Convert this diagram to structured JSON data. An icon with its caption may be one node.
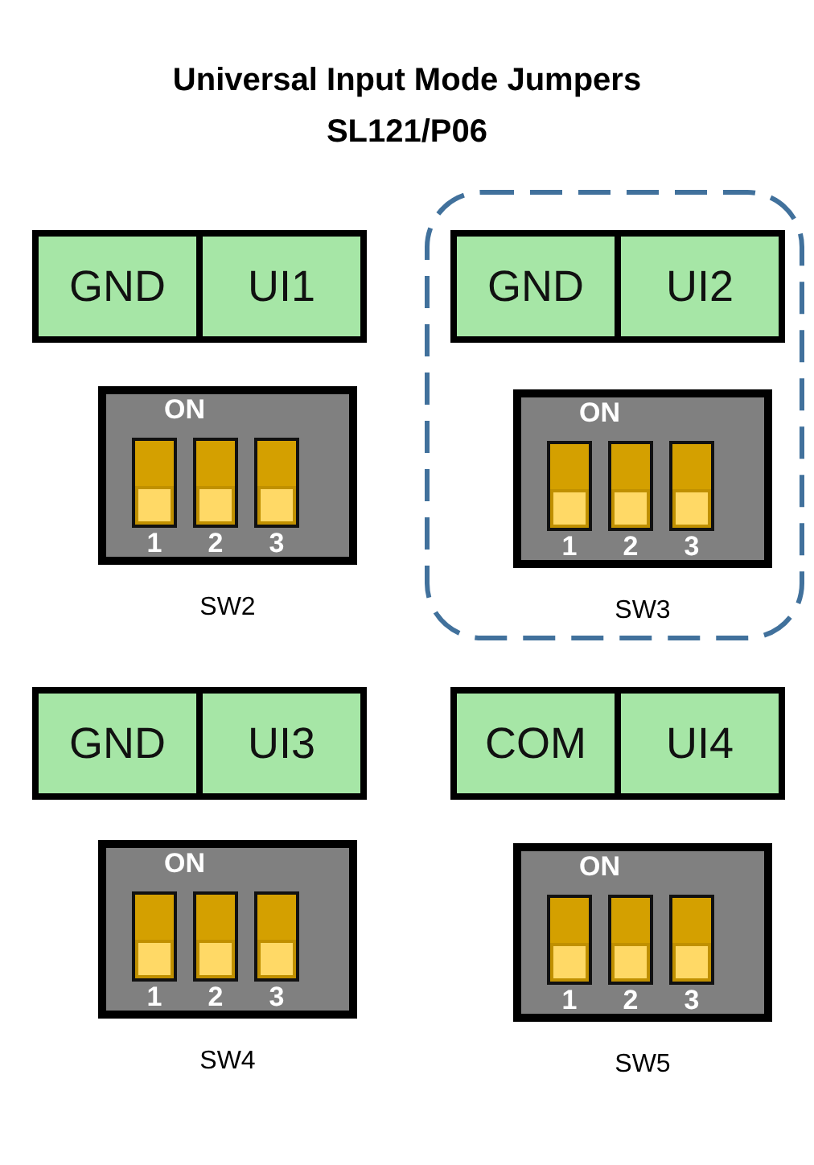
{
  "diagram": {
    "title": "Universal Input Mode Jumpers SL121/P06",
    "nodes": [
      {
        "text": [
          "GND",
          "UI1"
        ]
      },
      {
        "text": [
          "ON",
          "1",
          "2",
          "3"
        ],
        "beside": [
          "SW2"
        ]
      },
      {
        "text": [],
        "shape": "box"
      },
      {
        "text": [
          "GND",
          "UI2"
        ],
        "in": 2
      },
      {
        "text": [
          "ON",
          "1",
          "2",
          "3"
        ],
        "beside": [
          "SW3"
        ],
        "in": 2
      },
      {
        "text": [
          "GND",
          "UI3"
        ]
      },
      {
        "text": [
          "ON",
          "1",
          "2",
          "3"
        ],
        "beside": [
          "SW4"
        ]
      },
      {
        "text": [
          "COM",
          "UI4"
        ]
      },
      {
        "text": [
          "ON",
          "1",
          "2",
          "3"
        ],
        "beside": [
          "SW5"
        ]
      }
    ]
  }
}
